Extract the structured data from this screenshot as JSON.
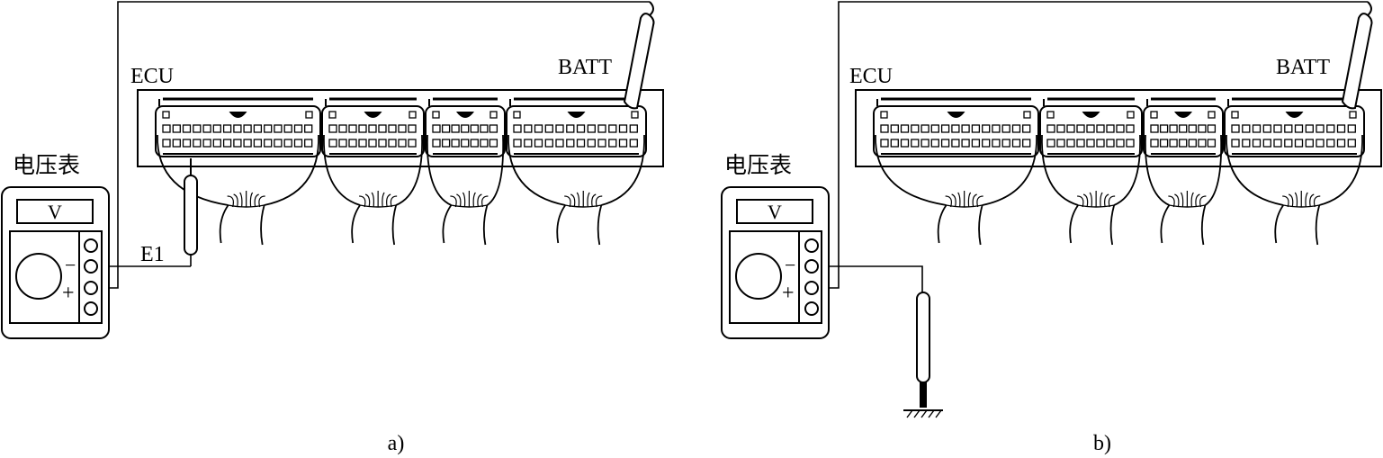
{
  "panels": [
    {
      "id": "a",
      "caption": "a)",
      "ecu_label": "ECU",
      "batt_label": "BATT",
      "meter_title": "电压表",
      "meter_display": "V",
      "minus_sign": "−",
      "plus_sign": "+",
      "probe_label": "E1",
      "ground_symbol": false
    },
    {
      "id": "b",
      "caption": "b)",
      "ecu_label": "ECU",
      "batt_label": "BATT",
      "meter_title": "电压表",
      "meter_display": "V",
      "minus_sign": "−",
      "plus_sign": "+",
      "probe_label": "",
      "ground_symbol": true
    }
  ]
}
